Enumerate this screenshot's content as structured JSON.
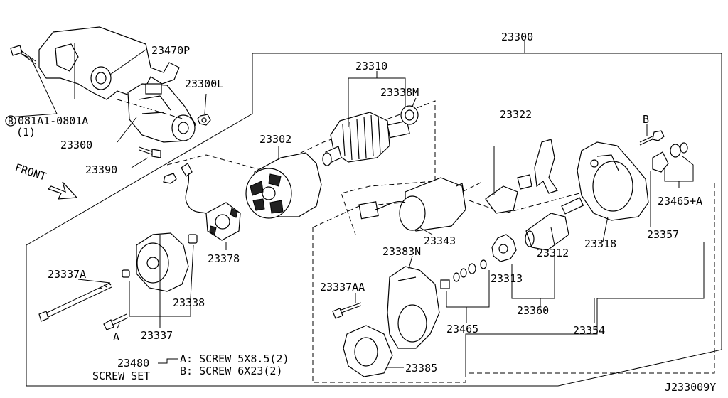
{
  "labels": {
    "p23470P": "23470P",
    "p23300L": "23300L",
    "p081A1": "081A1-0801A",
    "p081A1_qty": "(1)",
    "circled_b": "B",
    "p23300_small": "23300",
    "p23390": "23390",
    "front": "FRONT",
    "p23300_top": "23300",
    "p23310": "23310",
    "p23338M": "23338M",
    "p23302": "23302",
    "p23322": "23322",
    "ref_b": "B",
    "p23465A": "23465+A",
    "p23378": "23378",
    "p23343": "23343",
    "p23318": "23318",
    "p23357": "23357",
    "p23383N": "23383N",
    "p23312": "23312",
    "p23337A": "23337A",
    "p23338": "23338",
    "p23337AA": "23337AA",
    "p23313": "23313",
    "p23360": "23360",
    "ref_a": "A",
    "p23337": "23337",
    "p23465": "23465",
    "p23354": "23354",
    "p23480": "23480",
    "screw_set": "SCREW SET",
    "screw_a": "A: SCREW 5X8.5(2)",
    "screw_b": "B: SCREW 6X23(2)",
    "p23385": "23385",
    "diagram_code": "J233009Y"
  }
}
